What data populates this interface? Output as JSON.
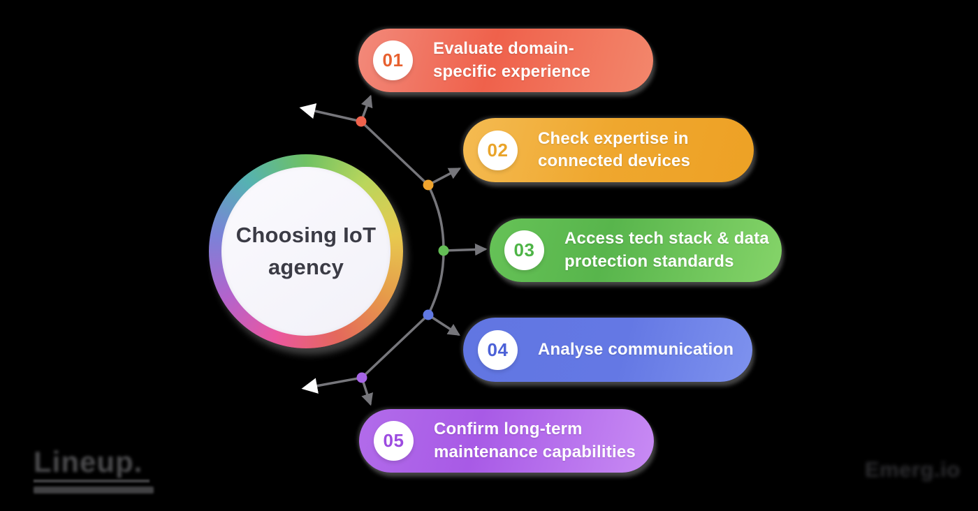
{
  "background_color": "#000000",
  "hub": {
    "title": "Choosing IoT\nagency",
    "text_color": "#3b3b45",
    "ring_colors": [
      "#6fc163",
      "#b9d65c",
      "#e7c94f",
      "#e69a4a",
      "#e4685c",
      "#ea57a0",
      "#b363cc",
      "#7b82d8",
      "#55b2b2",
      "#6fc163"
    ]
  },
  "steps": [
    {
      "number": "01",
      "label": "Evaluate domain-\nspecific experience",
      "colors": {
        "gradient": "linear-gradient(105deg,#f28a7b 0%,#ef614b 45%,#f3876c 100%)",
        "number": "#e7602f",
        "dot": "#f0624c"
      }
    },
    {
      "number": "02",
      "label": "Check expertise in\nconnected devices",
      "colors": {
        "gradient": "linear-gradient(105deg,#f4bb52 0%,#efa72e 50%,#eda125 100%)",
        "number": "#e9a42a",
        "dot": "#f0a42e"
      }
    },
    {
      "number": "03",
      "label": "Access tech stack & data\nprotection standards",
      "colors": {
        "gradient": "linear-gradient(105deg,#66c257 0%,#58b54c 40%,#85d469 100%)",
        "number": "#4eb447",
        "dot": "#63bd55"
      }
    },
    {
      "number": "04",
      "label": "Analyse communication",
      "colors": {
        "gradient": "linear-gradient(105deg,#6176e2 0%,#6478e4 55%,#7e92ee 100%)",
        "number": "#4c61d7",
        "dot": "#6078e2"
      }
    },
    {
      "number": "05",
      "label": "Confirm long-term\nmaintenance capabilities",
      "colors": {
        "gradient": "linear-gradient(105deg,#b26cea 0%,#a85ae6 40%,#c88bf4 100%)",
        "number": "#9c4be0",
        "dot": "#a765e6"
      }
    }
  ],
  "connector": {
    "line_color": "#76767b",
    "arrow_color": "#fdfdfd"
  },
  "branding": {
    "left_wordmark": "Lineup.",
    "right_wordmark": "Emerg.io"
  }
}
